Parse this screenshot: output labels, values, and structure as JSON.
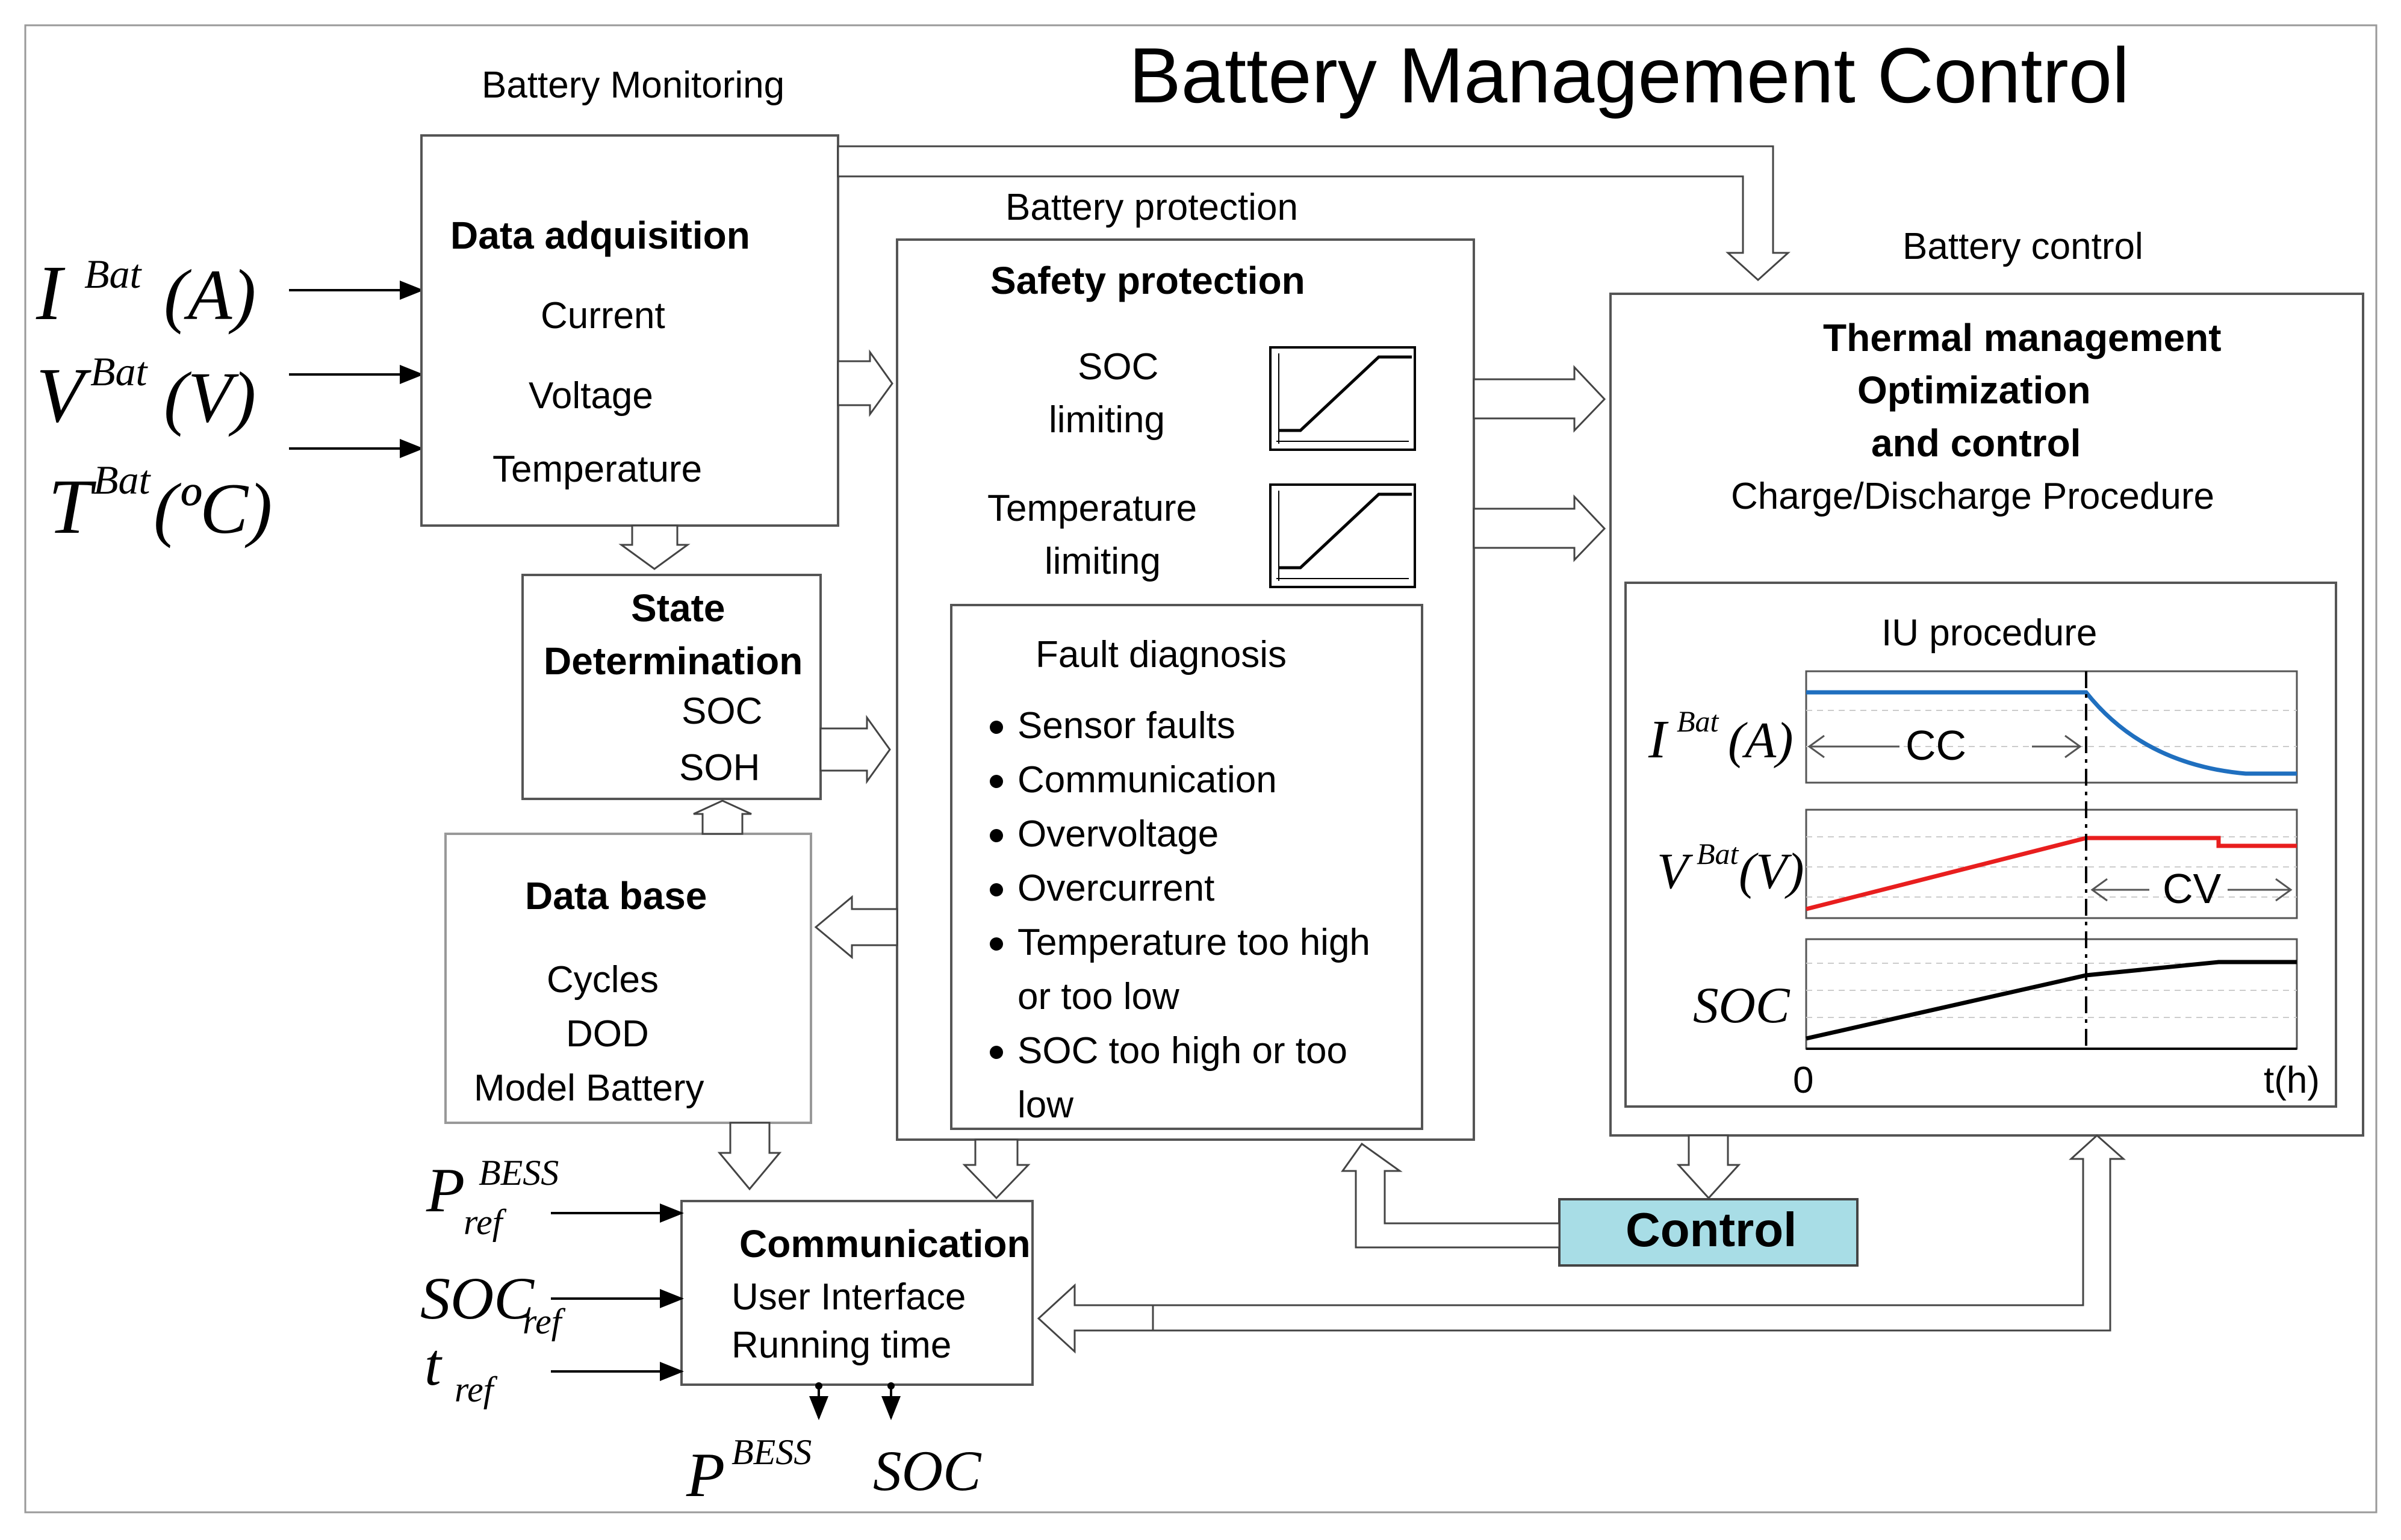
{
  "title": "Battery Management  Control",
  "inputs": {
    "current": {
      "main": "I",
      "sup": "Bat",
      "unit": "(A)"
    },
    "voltage": {
      "main": "V",
      "sup": "Bat",
      "unit": "(V)"
    },
    "temperature": {
      "main": "T",
      "sup": "Bat",
      "unit": "(ºC)"
    }
  },
  "monitoring": {
    "label": "Battery Monitoring",
    "heading": "Data adquisition",
    "items": [
      "Current",
      "Voltage",
      "Temperature"
    ]
  },
  "state": {
    "heading_1": "State",
    "heading_2": "Determination",
    "items": [
      "SOC",
      "SOH"
    ]
  },
  "database": {
    "heading": "Data base",
    "items": [
      "Cycles",
      "DOD",
      "Model Battery"
    ]
  },
  "protection": {
    "label": "Battery protection",
    "heading": "Safety protection",
    "soc_limit": [
      "SOC",
      "limiting"
    ],
    "temp_limit": [
      "Temperature",
      "limiting"
    ],
    "fault": {
      "heading": "Fault diagnosis",
      "lines": [
        "Sensor faults",
        "Communication",
        "Overvoltage",
        "Overcurrent",
        "Temperature too high",
        "or too low",
        "SOC too high or too",
        "low"
      ]
    }
  },
  "control_block": {
    "label": "Battery control",
    "headings": [
      "Thermal management",
      "Optimization",
      "and control"
    ],
    "subheading": "Charge/Discharge Procedure",
    "iu": {
      "title": "IU procedure",
      "cc": "CC",
      "cv": "CV",
      "i_label": {
        "main": "I",
        "sup": "Bat",
        "unit": "(A)"
      },
      "v_label": {
        "main": "V",
        "sup": "Bat",
        "unit": "(V)"
      },
      "soc_label": "SOC",
      "x_start": "0",
      "x_end": "t(h)",
      "colors": {
        "current": "#1f6fbf",
        "voltage": "#e81e1e",
        "soc": "#000000"
      }
    }
  },
  "control_box": {
    "label": "Control",
    "color": "#a8dde6"
  },
  "communication": {
    "heading": "Communication",
    "items": [
      "User Interface",
      "Running time"
    ],
    "refs": [
      {
        "main": "P",
        "sup": "BESS",
        "sub": "ref"
      },
      {
        "main": "SOC",
        "sub": "ref"
      },
      {
        "main": "t",
        "sub": "ref"
      }
    ],
    "outputs": [
      {
        "main": "P",
        "sup": "BESS"
      },
      {
        "main": "SOC"
      }
    ]
  }
}
